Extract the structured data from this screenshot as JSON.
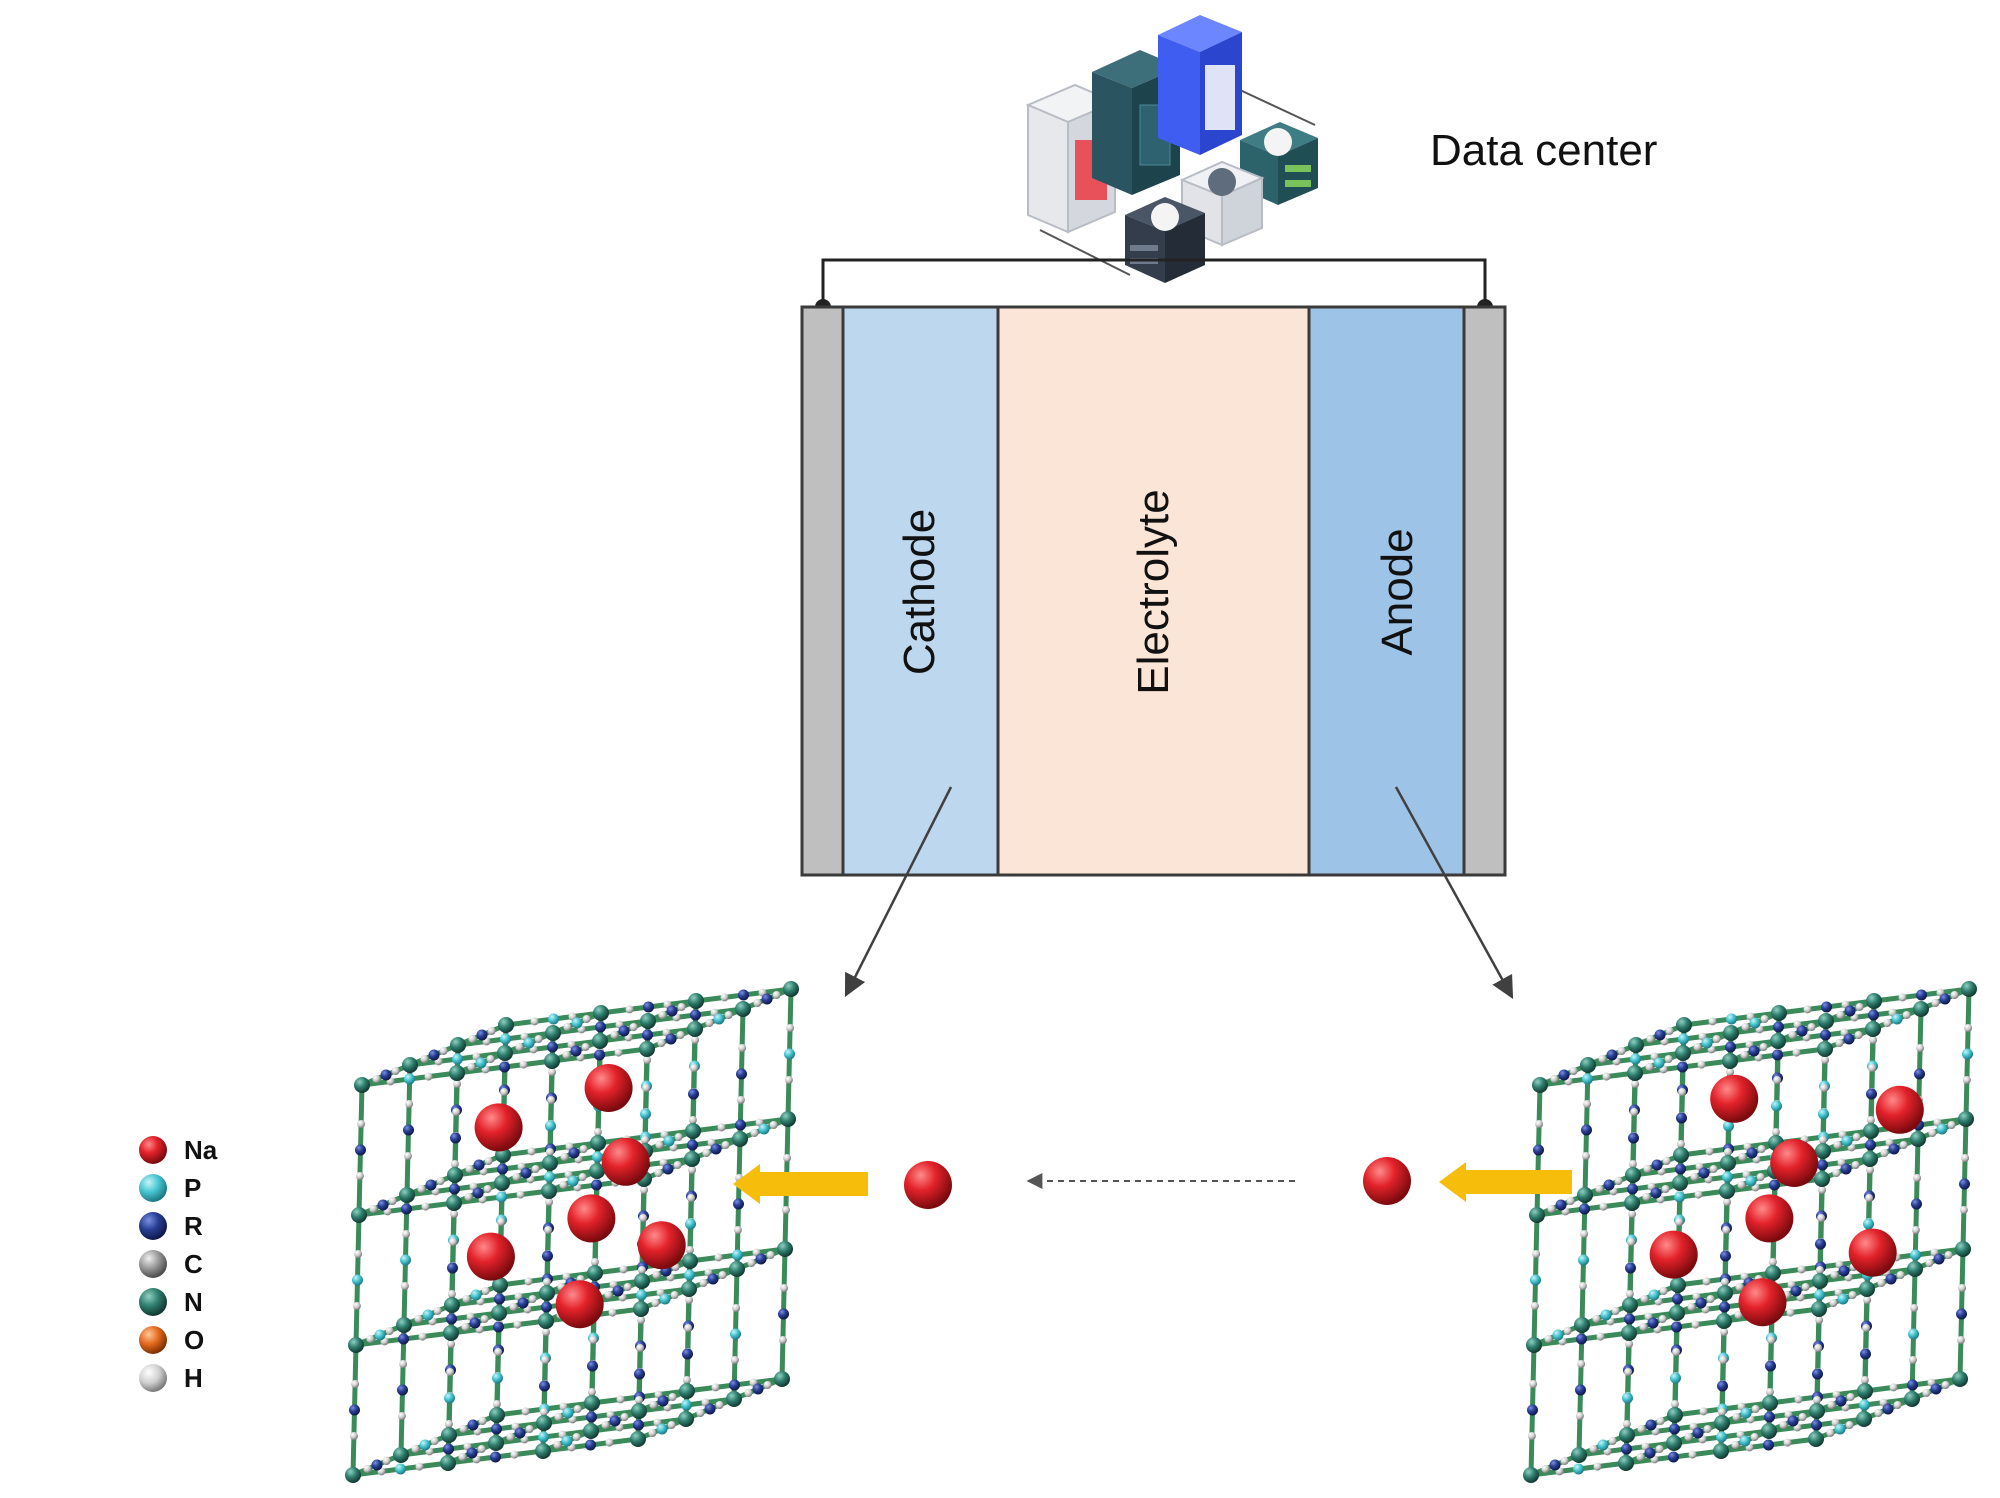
{
  "data_center_label": "Data center",
  "battery": {
    "cathode_label": "Cathode",
    "electrolyte_label": "Electrolyte",
    "anode_label": "Anode"
  },
  "legend": [
    {
      "symbol": "Na",
      "color": "#d7262b"
    },
    {
      "symbol": "P",
      "color": "#48c6d2"
    },
    {
      "symbol": "R",
      "color": "#283e93"
    },
    {
      "symbol": "C",
      "color": "#9c9c9c"
    },
    {
      "symbol": "N",
      "color": "#2f7e6e"
    },
    {
      "symbol": "O",
      "color": "#e46b1f"
    },
    {
      "symbol": "H",
      "color": "#cfcfcf"
    }
  ],
  "colors": {
    "cathode": "#bdd7ee",
    "electrolyte": "#fbe5d6",
    "anode": "#9dc3e6",
    "current_collector": "#bfbfbf",
    "framework_bond": "#3a8a5a",
    "arrow_yellow": "#f6bd0b",
    "sodium": "#c9161e"
  }
}
